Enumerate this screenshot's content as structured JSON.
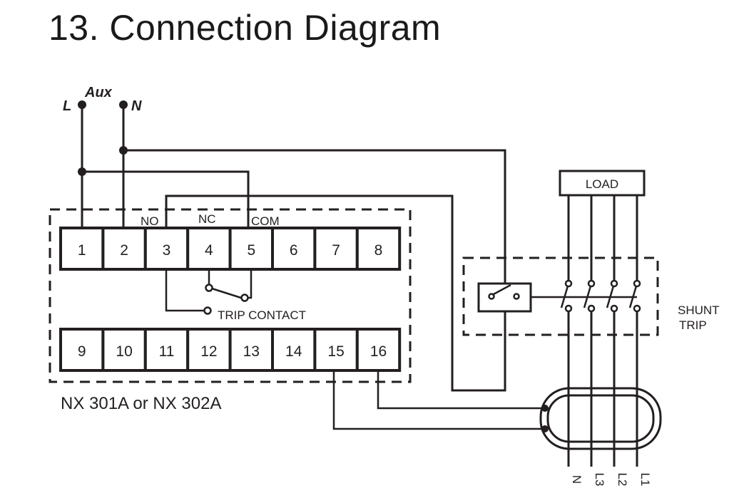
{
  "title": "13. Connection Diagram",
  "supply": {
    "live": "L",
    "aux": "Aux",
    "neutral": "N"
  },
  "terminals_top": [
    "1",
    "2",
    "3",
    "4",
    "5",
    "6",
    "7",
    "8"
  ],
  "terminals_bottom": [
    "9",
    "10",
    "11",
    "12",
    "13",
    "14",
    "15",
    "16"
  ],
  "contact_labels": {
    "no": "NO",
    "nc": "NC",
    "com": "COM"
  },
  "trip_contact": "TRIP CONTACT",
  "device_model": "NX 301A or NX 302A",
  "load": "LOAD",
  "shunt_trip": [
    "SHUNT",
    "TRIP"
  ],
  "lines": [
    "N",
    "L3",
    "L2",
    "L1"
  ]
}
